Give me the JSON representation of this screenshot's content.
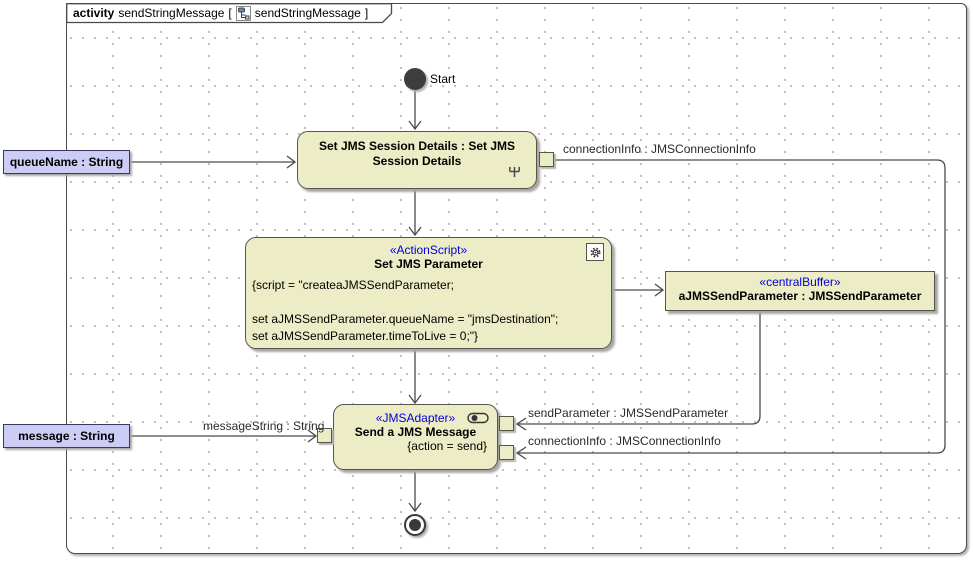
{
  "frame": {
    "keyword": "activity",
    "name": "sendStringMessage",
    "bracket_open": "[",
    "diagram_name": "sendStringMessage",
    "bracket_close": "]"
  },
  "colors": {
    "node_fill": "#ececc6",
    "parameter_fill": "#ccccf4",
    "stereotype_text": "#0000e0",
    "line": "#4a4a4a"
  },
  "nodes": {
    "start": {
      "label": "Start"
    },
    "session_action": {
      "name": "Set JMS Session Details : Set JMS Session Details"
    },
    "action_script": {
      "stereotype": "«ActionScript»",
      "name": "Set JMS Parameter",
      "script_lines": [
        "{script = \"createaJMSSendParameter;",
        "",
        "set aJMSSendParameter.queueName = \"jmsDestination\";",
        "set aJMSSendParameter.timeToLive = 0;\"}"
      ]
    },
    "central_buffer": {
      "stereotype": "«centralBuffer»",
      "name": "aJMSSendParameter : JMSSendParameter"
    },
    "jms_adapter": {
      "stereotype": "«JMSAdapter»",
      "name": "Send a JMS Message",
      "constraint": "{action = send}"
    },
    "param_queue_name": {
      "label": "queueName : String"
    },
    "param_message": {
      "label": "message : String"
    }
  },
  "edge_labels": {
    "connection_info_top": "connectionInfo : JMSConnectionInfo",
    "send_parameter": "sendParameter : JMSSendParameter",
    "connection_info_bottom": "connectionInfo : JMSConnectionInfo",
    "message_string": "messageString : String"
  }
}
